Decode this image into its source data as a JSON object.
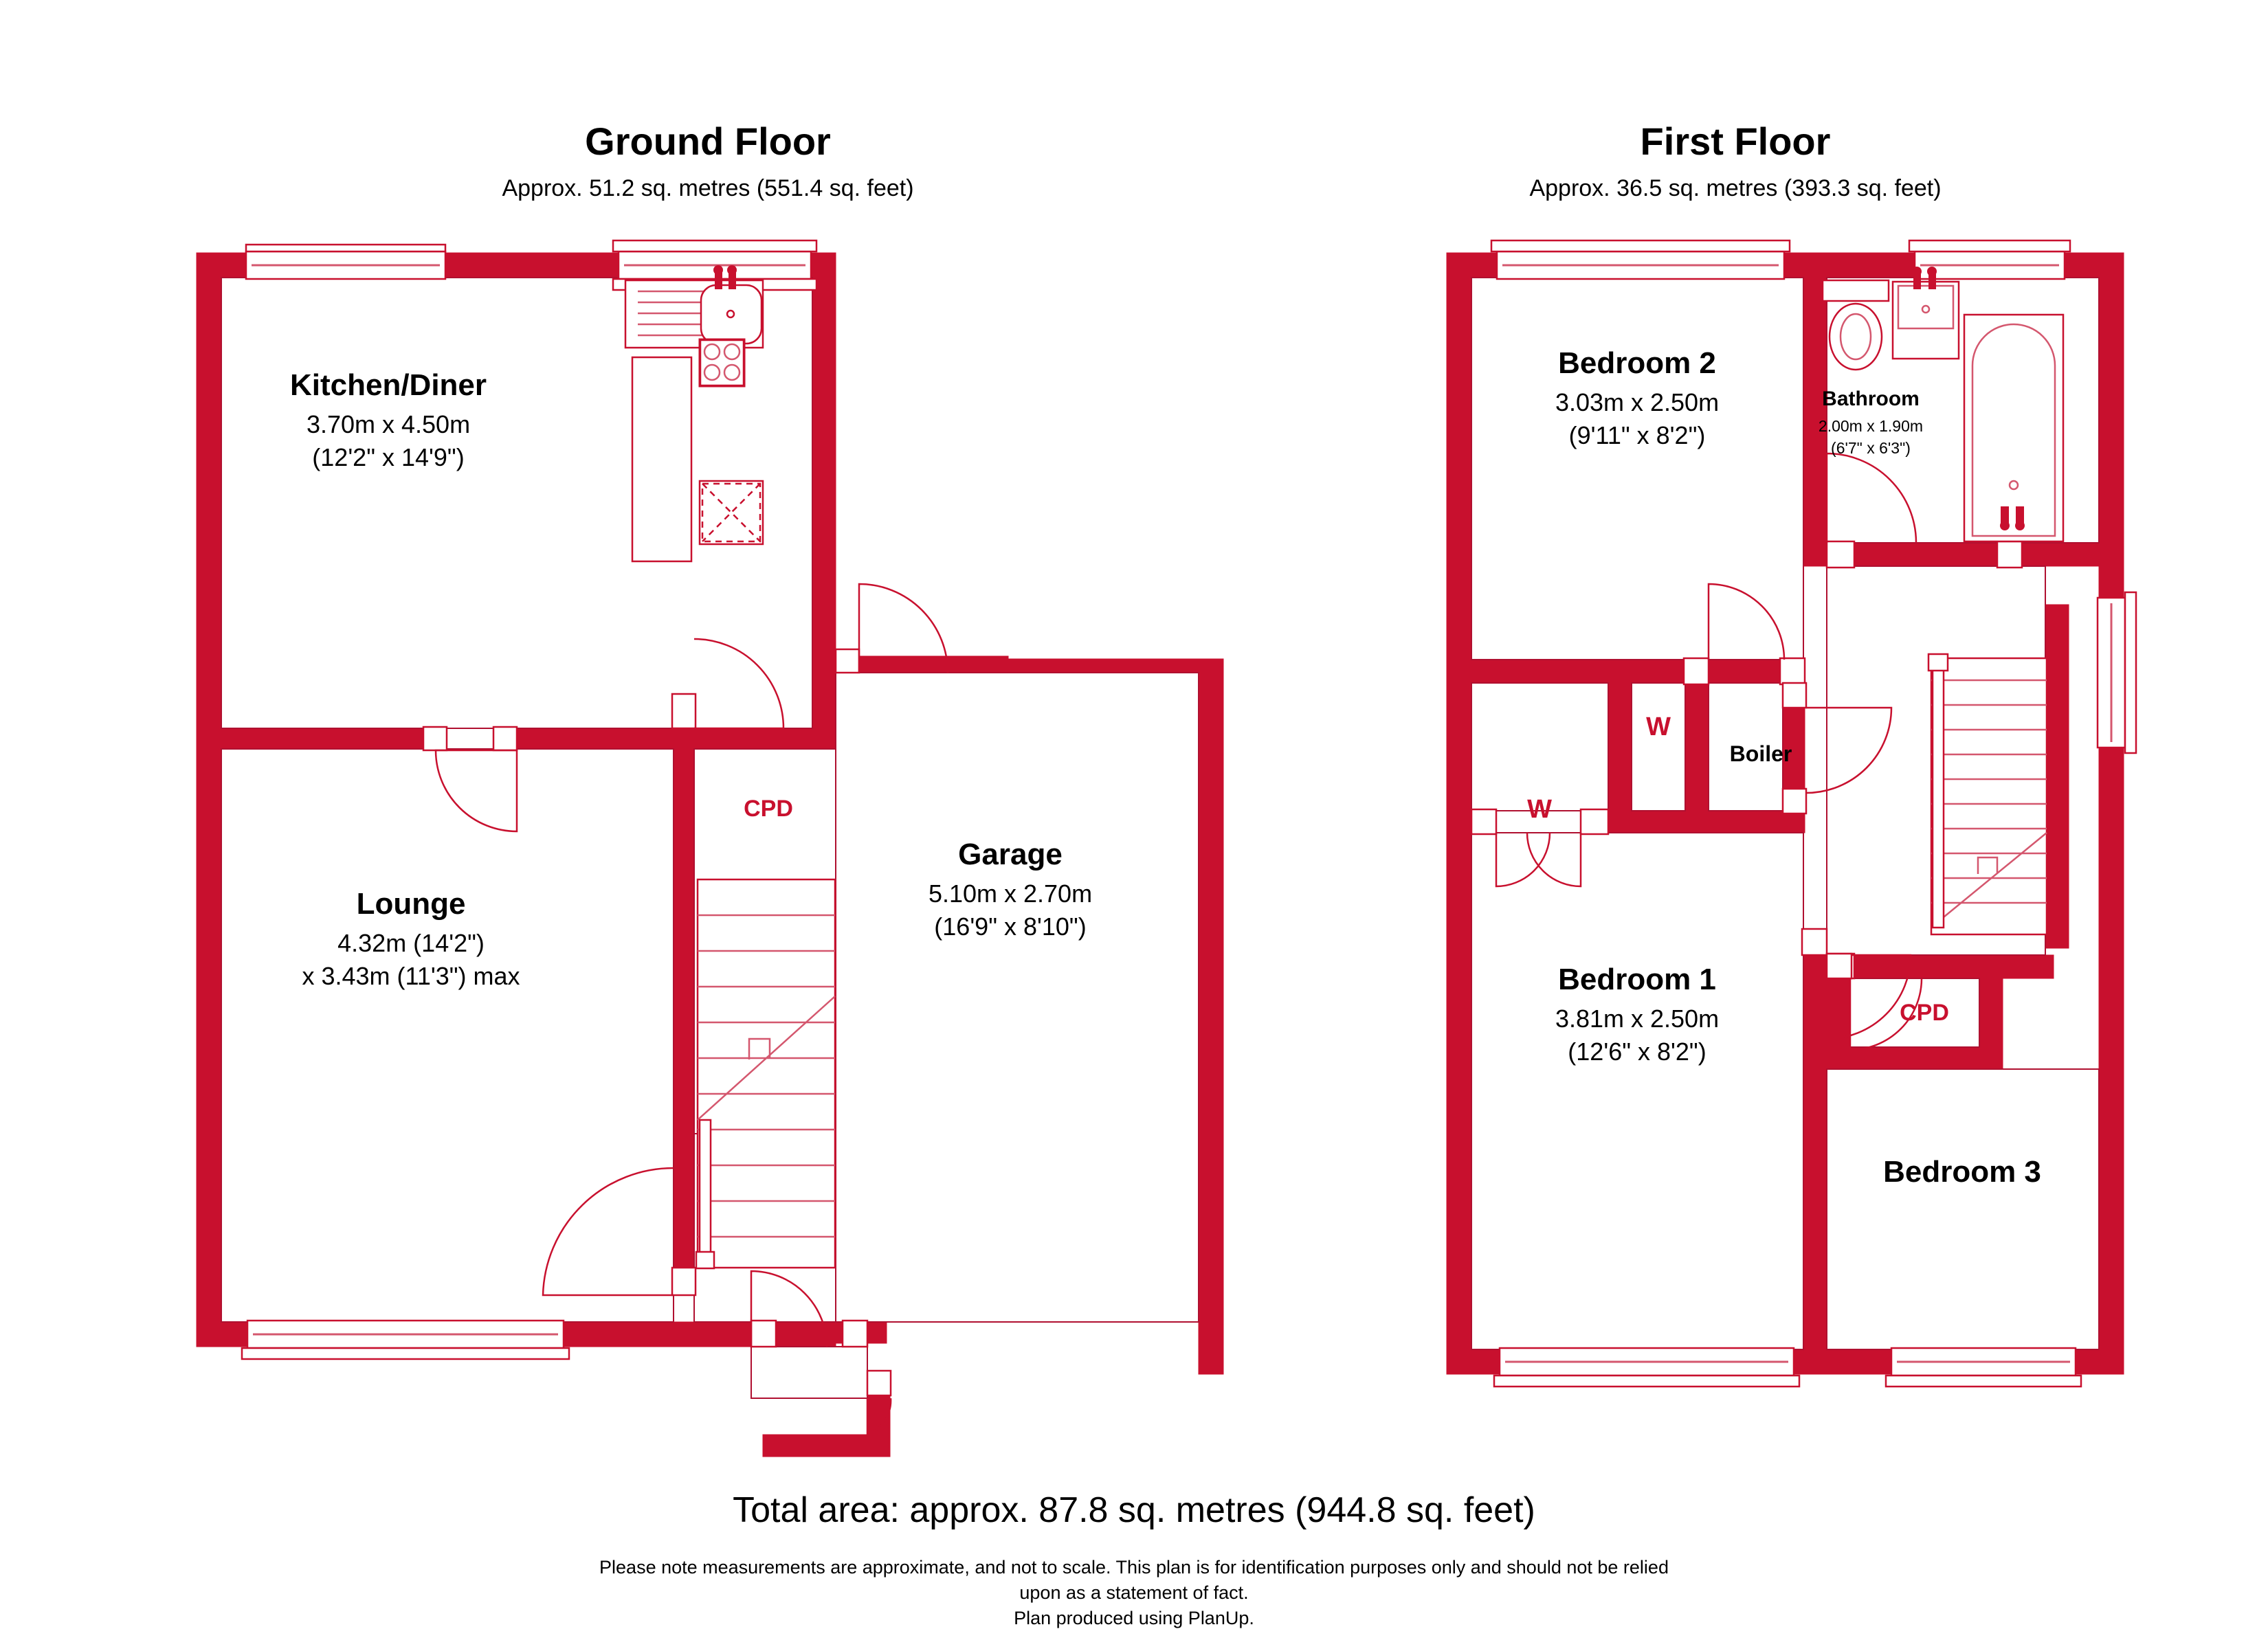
{
  "floors": [
    {
      "id": "ground",
      "title": "Ground Floor",
      "area": "Approx. 51.2 sq. metres (551.4 sq. feet)",
      "rooms": [
        {
          "name": "Kitchen/Diner",
          "dim_m": "3.70m x 4.50m",
          "dim_ft": "(12'2\" x 14'9\")"
        },
        {
          "name": "Lounge",
          "dim_m": "4.32m (14'2\")",
          "dim_ft": "x 3.43m (11'3\") max"
        },
        {
          "name": "Garage",
          "dim_m": "5.10m x 2.70m",
          "dim_ft": "(16'9\" x 8'10\")"
        }
      ],
      "annotations": [
        {
          "label": "CPD"
        }
      ]
    },
    {
      "id": "first",
      "title": "First Floor",
      "area": "Approx. 36.5 sq. metres (393.3 sq. feet)",
      "rooms": [
        {
          "name": "Bedroom 2",
          "dim_m": "3.03m x 2.50m",
          "dim_ft": "(9'11\" x 8'2\")"
        },
        {
          "name": "Bathroom",
          "dim_m": "2.00m x 1.90m",
          "dim_ft": "(6'7\" x 6'3\")"
        },
        {
          "name": "Bedroom 1",
          "dim_m": "3.81m x 2.50m",
          "dim_ft": "(12'6\" x 8'2\")"
        },
        {
          "name": "Bedroom 3",
          "dim_m": "",
          "dim_ft": ""
        }
      ],
      "annotations": [
        {
          "label": "W"
        },
        {
          "label": "W"
        },
        {
          "label": "Boiler"
        },
        {
          "label": "CPD"
        }
      ]
    }
  ],
  "footer": {
    "total": "Total area: approx. 87.8 sq. metres (944.8 sq. feet)",
    "disclaimer_1": "Please note measurements are approximate, and not to scale. This plan is for identification purposes only and should not be relied",
    "disclaimer_2": "upon as a statement of fact.",
    "disclaimer_3": "Plan produced using PlanUp."
  },
  "colors": {
    "wall": "#c8102e",
    "text": "#000000",
    "background": "#ffffff"
  }
}
